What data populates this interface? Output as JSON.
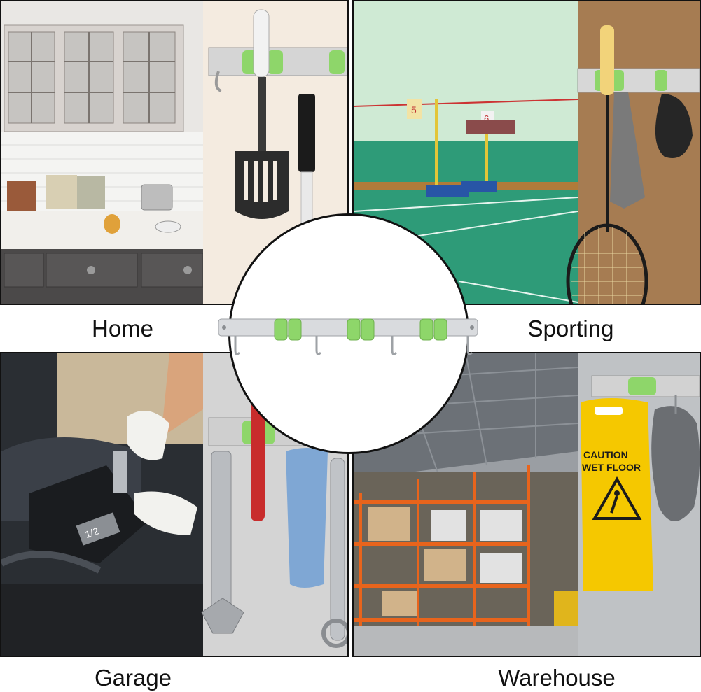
{
  "scenes": [
    {
      "label": "Home"
    },
    {
      "label": "Sporting"
    },
    {
      "label": "Garage"
    },
    {
      "label": "Warehouse"
    }
  ],
  "signage": {
    "court_number_left": "5",
    "court_number_right": "6",
    "caution_line1": "CAUTION",
    "caution_line2": "WET FLOOR",
    "wrench_mark": "1/2"
  },
  "colors": {
    "frame": "#111111",
    "clip_green": "#8ed66a",
    "steel": "#c9ccd0",
    "court_green": "#2e9b78",
    "warehouse_orange": "#e8641c",
    "caution_yellow": "#f5c800"
  }
}
